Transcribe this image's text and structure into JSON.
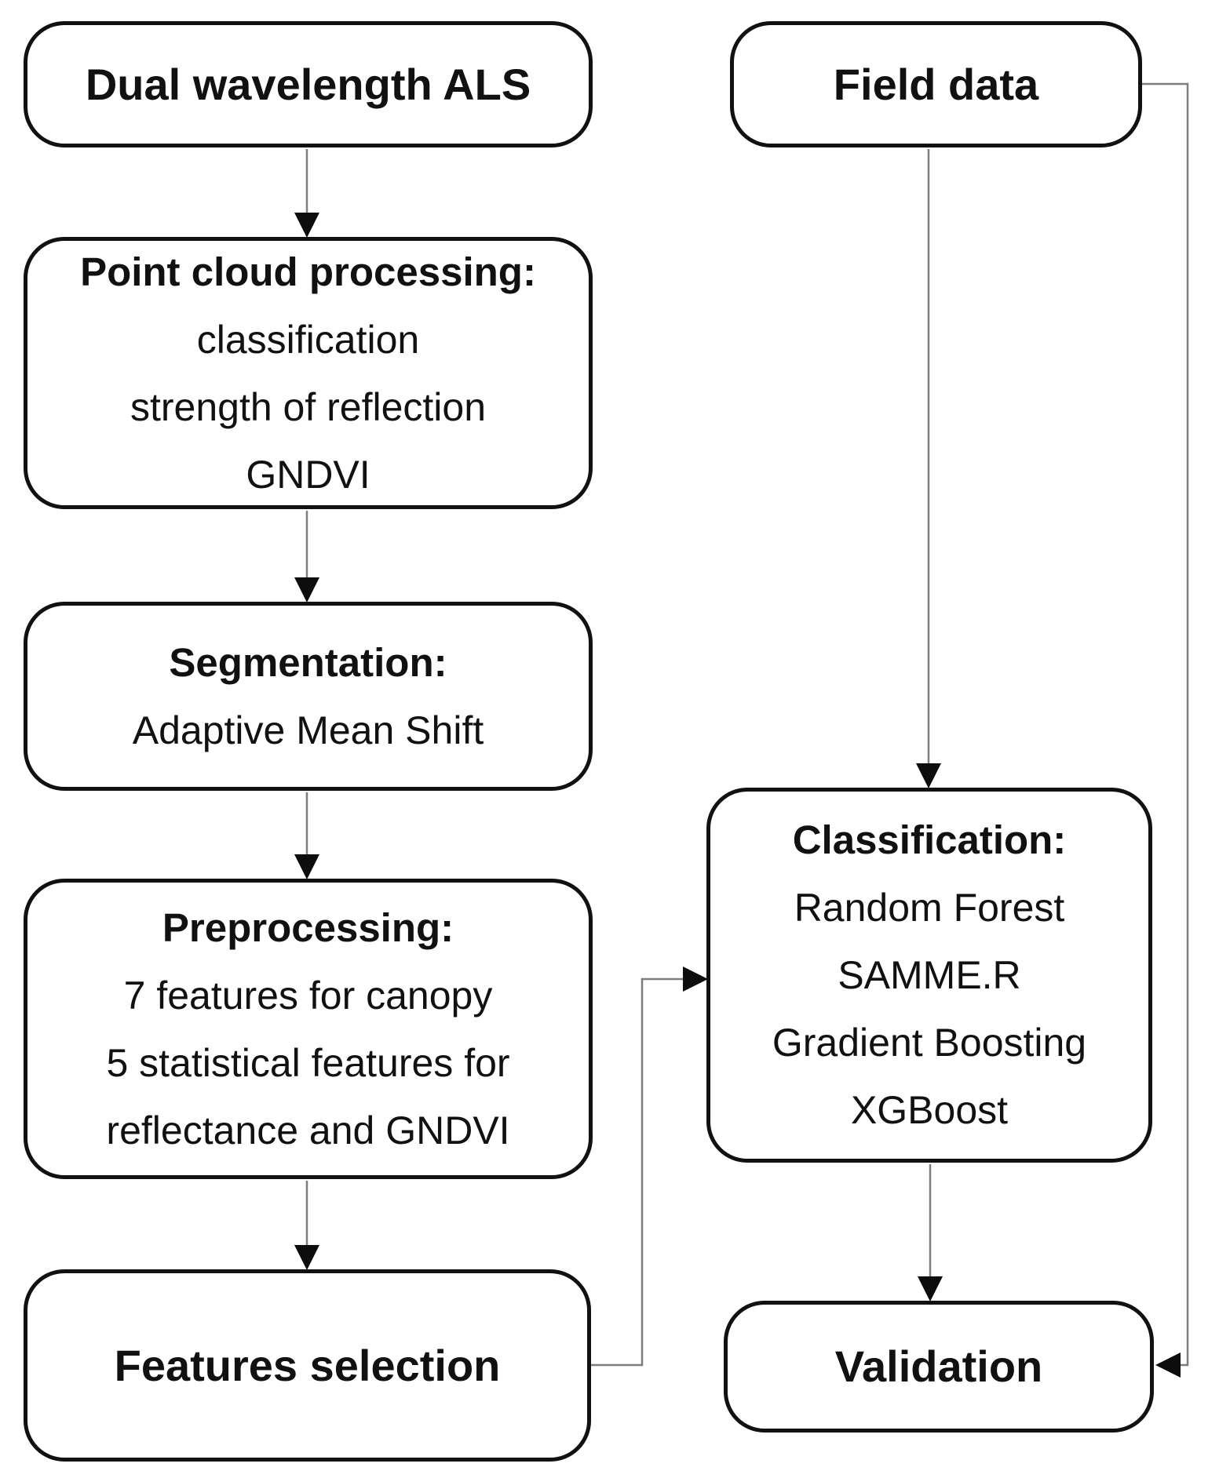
{
  "colors": {
    "background": "#ffffff",
    "box_border": "#111111",
    "text": "#111111",
    "connector": "#7d7d7d",
    "arrowhead": "#0d0d0d"
  },
  "nodes": {
    "dual_wavelength_als": {
      "title": "Dual wavelength ALS"
    },
    "field_data": {
      "title": "Field data"
    },
    "point_cloud_processing": {
      "title": "Point cloud processing:",
      "lines": [
        "classification",
        "strength of reflection",
        "GNDVI"
      ]
    },
    "segmentation": {
      "title": "Segmentation:",
      "lines": [
        "Adaptive Mean Shift"
      ]
    },
    "preprocessing": {
      "title": "Preprocessing:",
      "lines": [
        "7 features for canopy",
        "5 statistical features for",
        "reflectance and GNDVI"
      ]
    },
    "features_selection": {
      "title": "Features selection"
    },
    "classification": {
      "title": "Classification:",
      "lines": [
        "Random Forest",
        "SAMME.R",
        "Gradient Boosting",
        "XGBoost"
      ]
    },
    "validation": {
      "title": "Validation"
    }
  }
}
